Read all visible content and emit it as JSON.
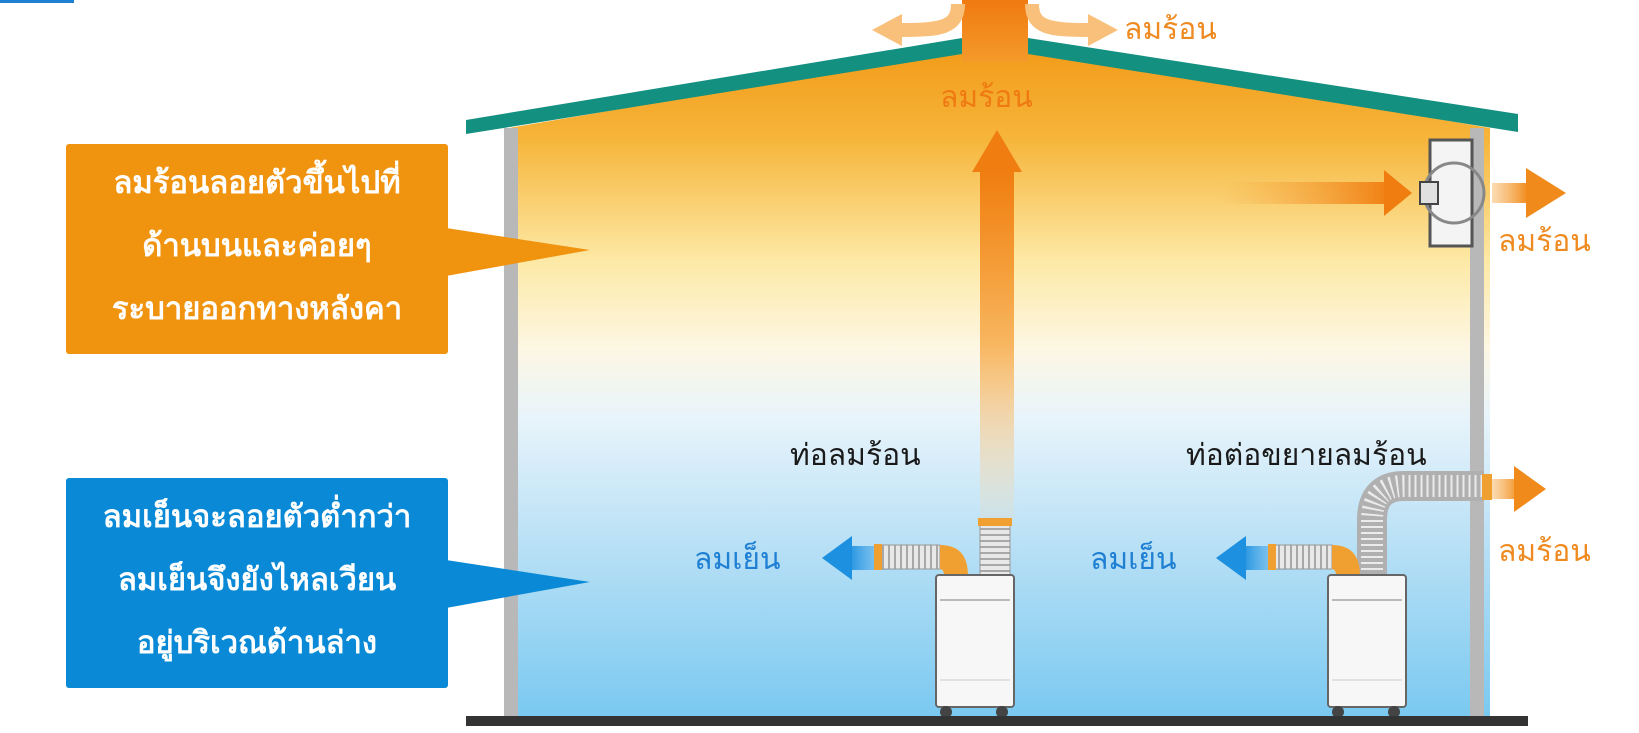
{
  "callouts": {
    "hot_air": {
      "lines": [
        "ลมร้อนลอยตัวขึ้นไปที่",
        "ด้านบนและค่อยๆ",
        "ระบายออกทางหลังคา"
      ],
      "color": "#f0930f"
    },
    "cold_air": {
      "lines": [
        "ลมเย็นจะลอยตัวต่ำกว่า",
        "ลมเย็นจึงยังไหลเวียน",
        "อยู่บริเวณด้านล่าง"
      ],
      "color": "#0a8ad6"
    }
  },
  "labels": {
    "roof_top_hot": "ลมร้อน",
    "roof_center_hot": "ลมร้อน",
    "fan_hot": "ลมร้อน",
    "ext_pipe_hot": "ลมร้อน",
    "hot_duct": "ท่อลมร้อน",
    "extension_duct": "ท่อต่อขยายลมร้อน",
    "cold_left": "ลมเย็น",
    "cold_right": "ลมเย็น"
  },
  "colors": {
    "hot_label": "#ee8a1f",
    "cold_label": "#1e7fd3",
    "roof": "#149080",
    "hot_arrow": "#f08a1a",
    "cold_arrow": "#2a9ee6",
    "floor": "#333333"
  }
}
